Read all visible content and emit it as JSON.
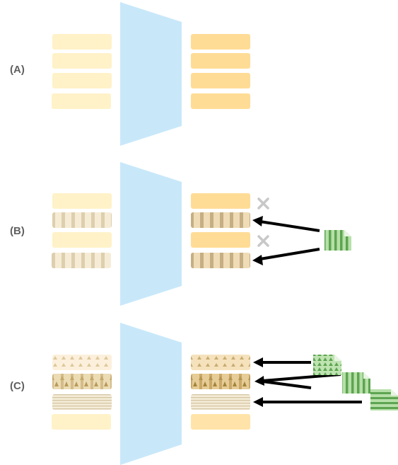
{
  "panels": [
    {
      "label": "(A)"
    },
    {
      "label": "(B)"
    },
    {
      "label": "(C)"
    }
  ],
  "colors": {
    "input_bar": "#fff2c8",
    "output_bar": "#ffdc96",
    "model": "#c8e8fa",
    "stripe_light": "#f2e8d2",
    "stripe_dark": "#d8c8a4",
    "doc_green": "#8ccc84",
    "doc_green_dark": "#5ea452",
    "cross": "#c8c8c8",
    "arrow": "#000000"
  },
  "icons": [
    "cross-icon",
    "document-icon",
    "arrow-icon"
  ]
}
